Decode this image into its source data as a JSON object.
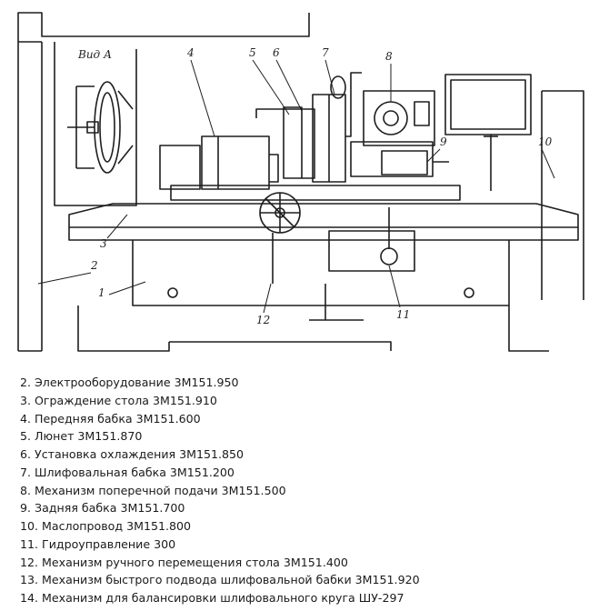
{
  "drawing": {
    "view_label": "Вид А",
    "callouts": {
      "n1": "1",
      "n2": "2",
      "n3": "3",
      "n4": "4",
      "n5": "5",
      "n6": "6",
      "n7": "7",
      "n8": "8",
      "n9": "9",
      "n10": "10",
      "n11": "11",
      "n12": "12"
    }
  },
  "legend": {
    "items": [
      "2. Электрооборудование 3М151.950",
      "3. Ограждение стола 3М151.910",
      "4. Передняя бабка 3М151.600",
      "5. Люнет 3М151.870",
      "6. Установка охлаждения 3М151.850",
      "7. Шлифовальная бабка 3М151.200",
      "8. Механизм поперечной подачи 3М151.500",
      "9. Задняя бабка 3М151.700",
      "10. Маслопровод 3М151.800",
      "11. Гидроуправление 300",
      "12. Механизм ручного перемещения стола 3М151.400",
      "13. Механизм быстрого подвода шлифовальной бабки 3М151.920",
      "14. Механизм для балансировки шлифовального круга ШУ-297"
    ]
  }
}
